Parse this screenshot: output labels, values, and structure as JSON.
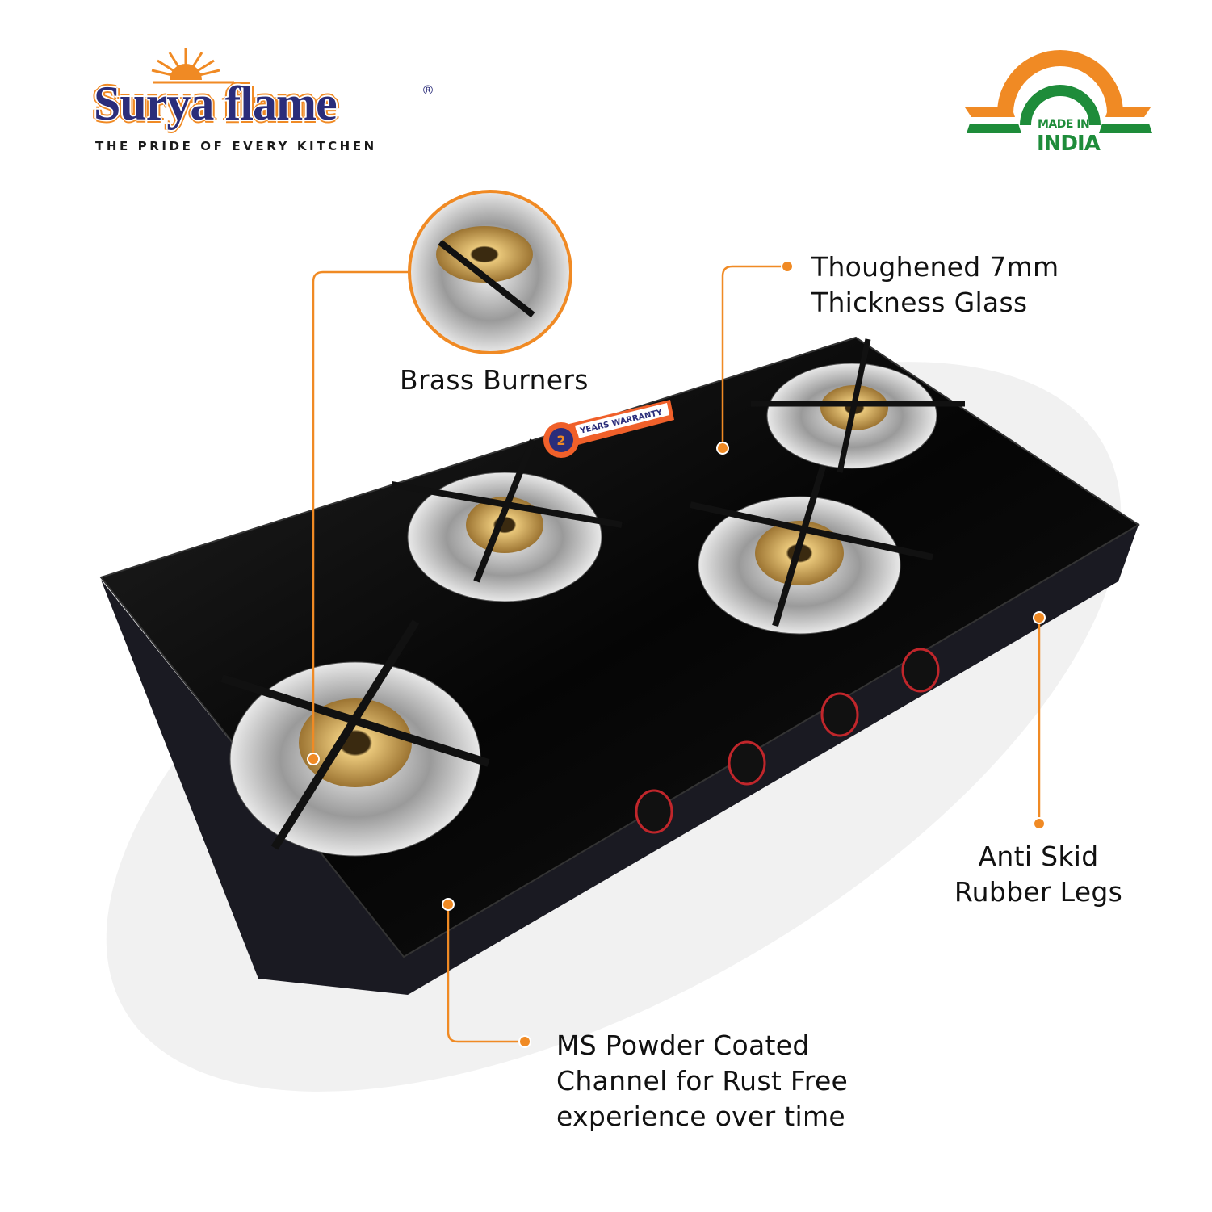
{
  "brand": {
    "name": "Surya flame",
    "registered_mark": "®",
    "tagline": "THE PRIDE OF EVERY KITCHEN"
  },
  "badge": {
    "line1": "MADE IN",
    "line2": "INDIA"
  },
  "product_label": {
    "warranty_years": "2",
    "warranty_text": "YEARS WARRANTY"
  },
  "callouts": {
    "brass_burners": "Brass Burners",
    "glass": [
      "Thoughened 7mm",
      "Thickness Glass"
    ],
    "legs": [
      "Anti Skid",
      "Rubber Legs"
    ],
    "channel": [
      "MS Powder Coated",
      "Channel for Rust Free",
      "experience over time"
    ]
  },
  "colors": {
    "accent": "#f08a24",
    "brand_blue": "#2b2d7a",
    "india_green": "#1e8c3a"
  }
}
